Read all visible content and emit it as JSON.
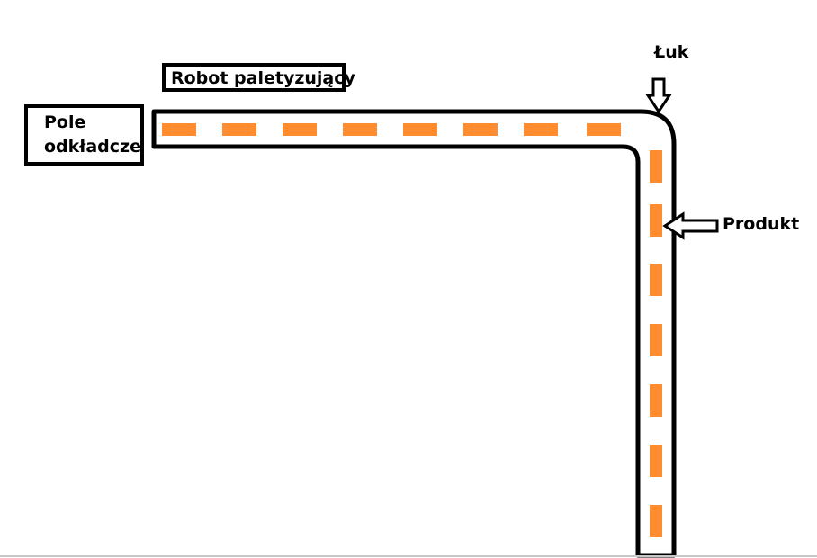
{
  "labels": {
    "robot": "Robot paletyzujący",
    "field_line1": "Pole",
    "field_line2": "odkładcze",
    "arc": "Łuk",
    "product": "Produkt"
  },
  "colors": {
    "outline": "#000000",
    "dashes": "#ff8c2e",
    "background": "#ffffff"
  },
  "icons": [
    "arrow-down-icon",
    "arrow-left-icon"
  ]
}
